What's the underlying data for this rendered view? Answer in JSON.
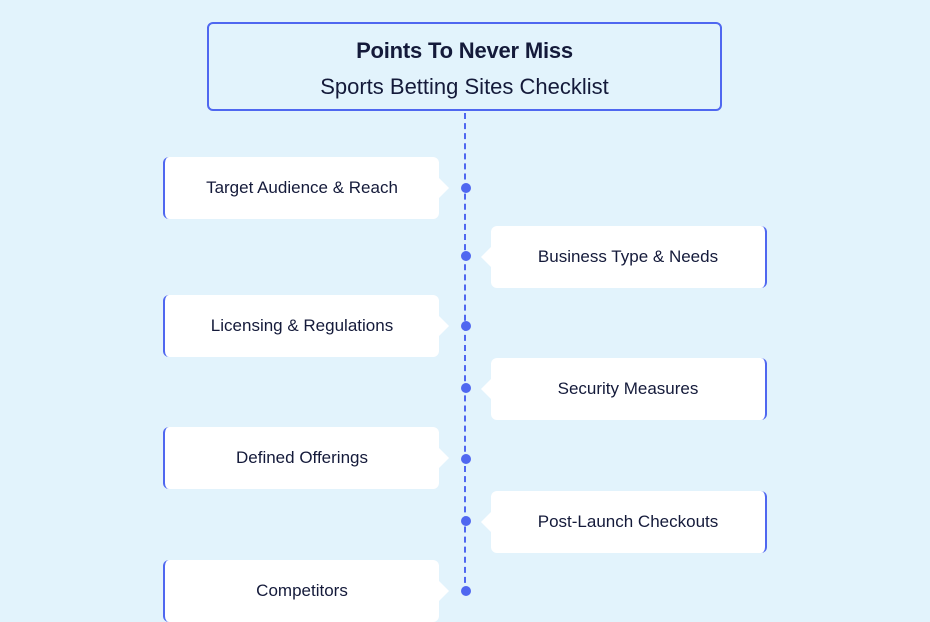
{
  "header": {
    "title": "Points To Never Miss",
    "subtitle": "Sports Betting Sites Checklist"
  },
  "items": [
    {
      "label": "Target Audience & Reach",
      "side": "left"
    },
    {
      "label": "Business Type & Needs",
      "side": "right"
    },
    {
      "label": "Licensing & Regulations",
      "side": "left"
    },
    {
      "label": "Security Measures",
      "side": "right"
    },
    {
      "label": "Defined Offerings",
      "side": "left"
    },
    {
      "label": "Post-Launch Checkouts",
      "side": "right"
    },
    {
      "label": "Competitors",
      "side": "left"
    }
  ],
  "colors": {
    "accent": "#4f67f0",
    "background": "#e2f3fc",
    "card": "#ffffff",
    "text": "#141a3a"
  }
}
